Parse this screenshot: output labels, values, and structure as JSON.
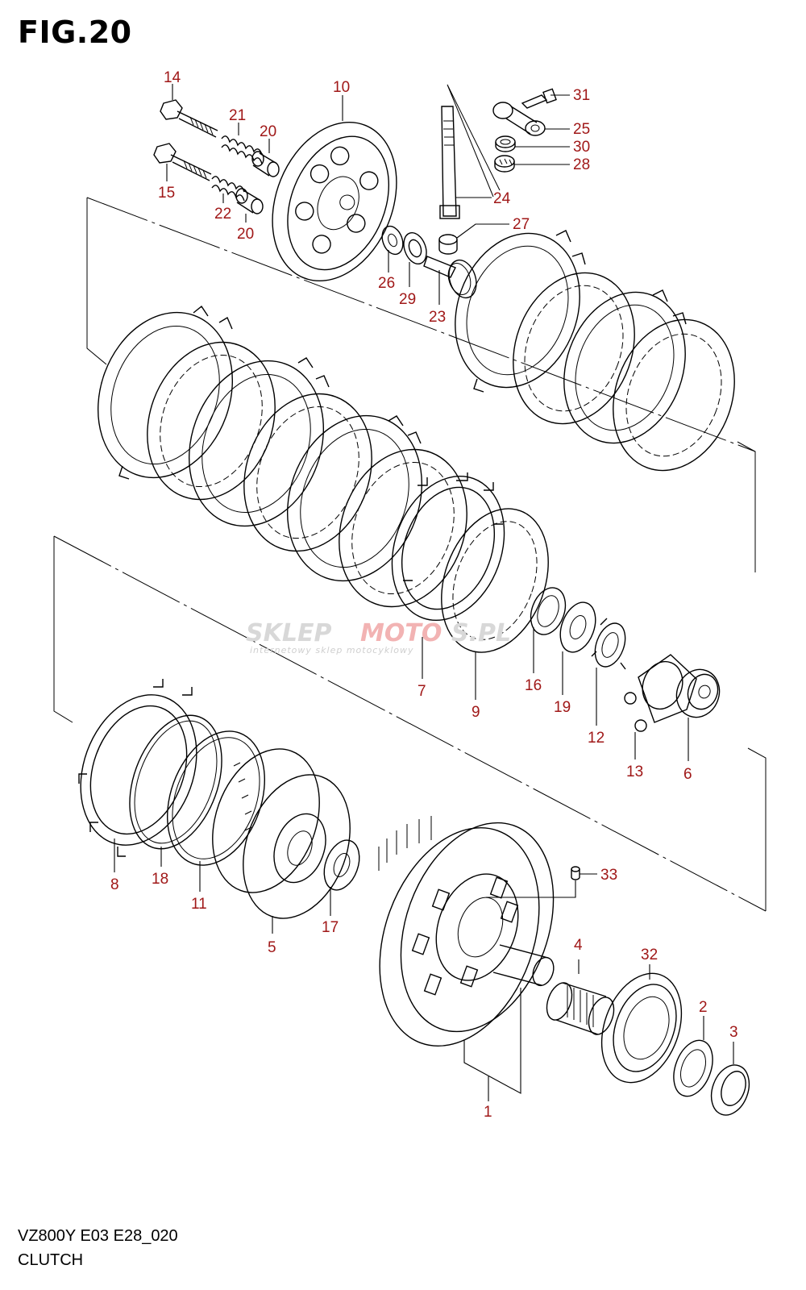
{
  "figure": {
    "title": "FIG.20",
    "model_code": "VZ800Y E03 E28_020",
    "section_name": "CLUTCH"
  },
  "watermark": {
    "brand_part1": "SKLEP",
    "brand_part2": "MOTO",
    "brand_part3": "S.PL",
    "tagline": "internetowy sklep motocyklowy"
  },
  "callouts": [
    "14",
    "10",
    "21",
    "20",
    "15",
    "22",
    "20",
    "31",
    "25",
    "30",
    "28",
    "24",
    "27",
    "26",
    "29",
    "23",
    "7",
    "9",
    "16",
    "19",
    "12",
    "13",
    "6",
    "8",
    "18",
    "11",
    "5",
    "17",
    "33",
    "4",
    "32",
    "2",
    "3",
    "1"
  ],
  "colors": {
    "callout": "#a01818",
    "line": "#000000"
  }
}
